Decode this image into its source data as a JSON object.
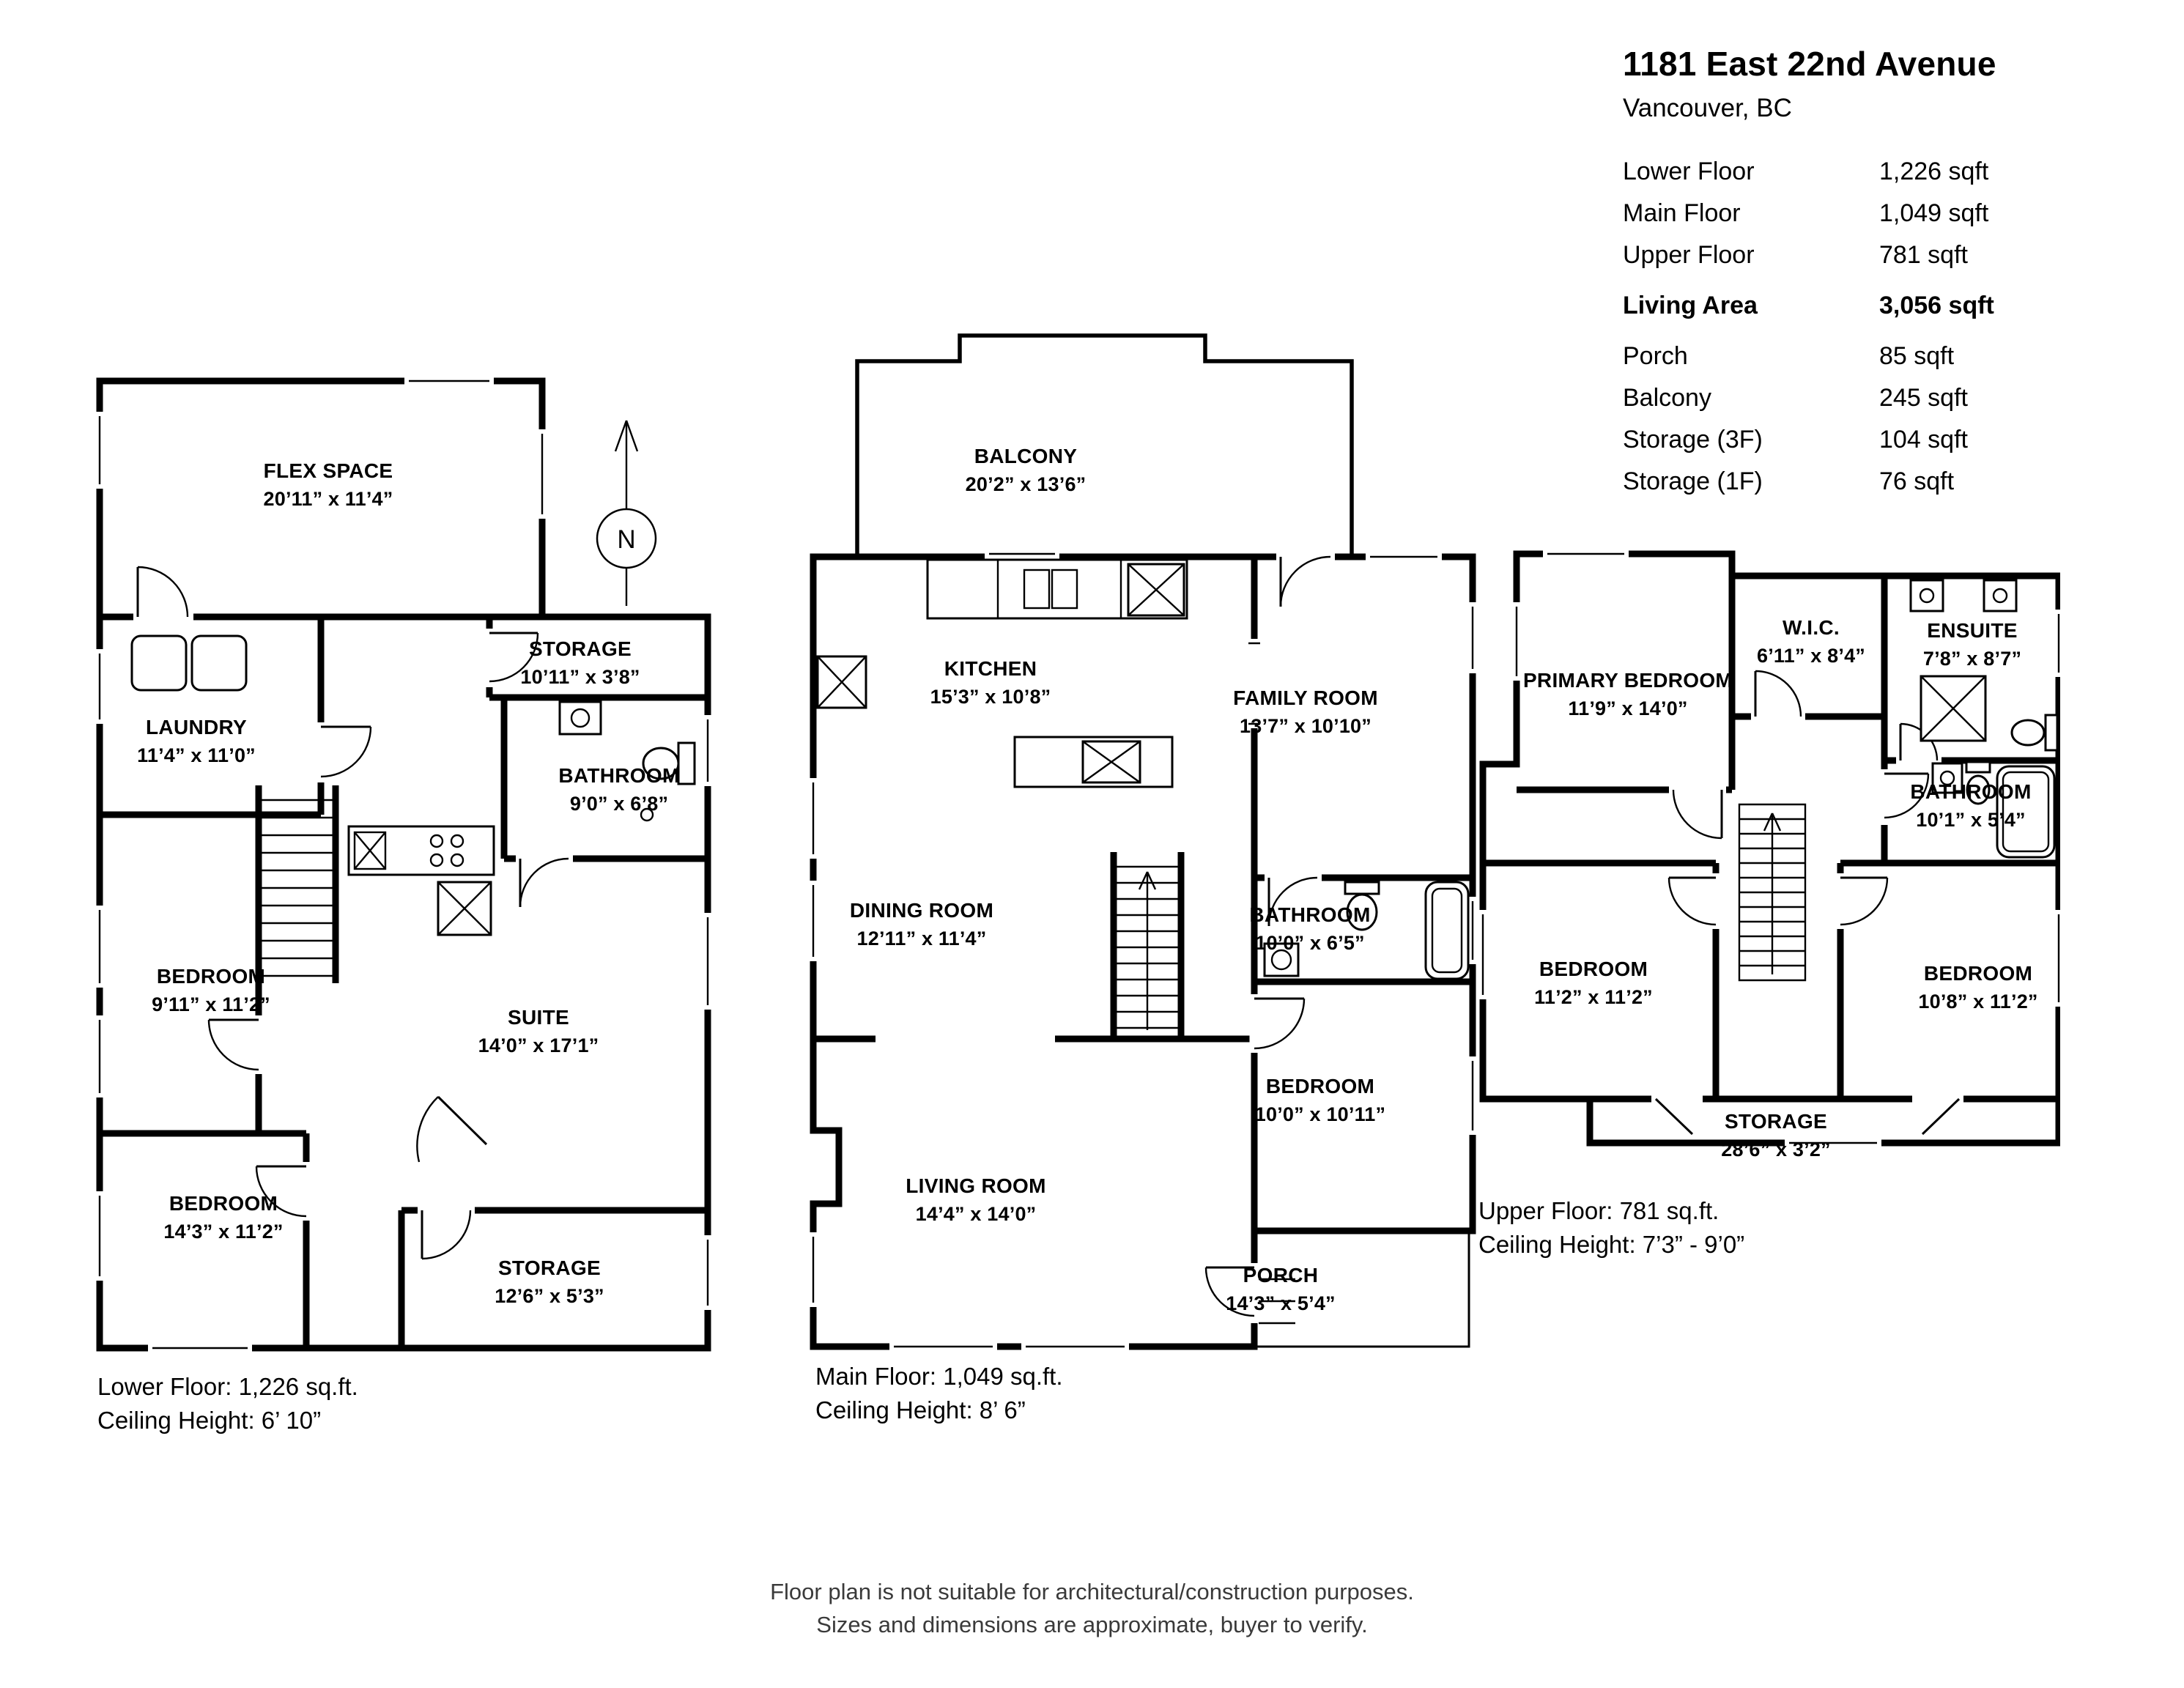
{
  "header": {
    "title": "1181 East 22nd Avenue",
    "subtitle": "Vancouver, BC",
    "rows": [
      {
        "label": "Lower Floor",
        "value": "1,226 sqft"
      },
      {
        "label": "Main Floor",
        "value": "1,049 sqft"
      },
      {
        "label": "Upper Floor",
        "value": "781 sqft"
      },
      {
        "label": "Living Area",
        "value": "3,056 sqft"
      },
      {
        "label": "Porch",
        "value": "85 sqft"
      },
      {
        "label": "Balcony",
        "value": "245 sqft"
      },
      {
        "label": "Storage (3F)",
        "value": "104 sqft"
      },
      {
        "label": "Storage (1F)",
        "value": "76 sqft"
      }
    ]
  },
  "compass": {
    "label": "N"
  },
  "floors": {
    "lower": {
      "caption1": "Lower Floor: 1,226 sq.ft.",
      "caption2": "Ceiling Height: 6’ 10”",
      "rooms": [
        {
          "name": "FLEX SPACE",
          "dims": "20’11” x 11’4”"
        },
        {
          "name": "STORAGE",
          "dims": "10’11” x 3’8”"
        },
        {
          "name": "LAUNDRY",
          "dims": "11’4” x 11’0”"
        },
        {
          "name": "BATHROOM",
          "dims": "9’0” x 6’8”"
        },
        {
          "name": "BEDROOM",
          "dims": "9’11” x 11’2”"
        },
        {
          "name": "SUITE",
          "dims": "14’0” x 17’1”"
        },
        {
          "name": "BEDROOM",
          "dims": "14’3” x 11’2”"
        },
        {
          "name": "STORAGE",
          "dims": "12’6” x 5’3”"
        }
      ]
    },
    "main": {
      "caption1": "Main Floor: 1,049 sq.ft.",
      "caption2": "Ceiling Height: 8’ 6”",
      "rooms": [
        {
          "name": "BALCONY",
          "dims": "20’2” x 13’6”"
        },
        {
          "name": "KITCHEN",
          "dims": "15’3” x 10’8”"
        },
        {
          "name": "FAMILY ROOM",
          "dims": "13’7” x 10’10”"
        },
        {
          "name": "DINING ROOM",
          "dims": "12’11” x 11’4”"
        },
        {
          "name": "BATHROOM",
          "dims": "10’0” x 6’5”"
        },
        {
          "name": "BEDROOM",
          "dims": "10’0” x 10’11”"
        },
        {
          "name": "LIVING ROOM",
          "dims": "14’4” x 14’0”"
        },
        {
          "name": "PORCH",
          "dims": "14’3” x 5’4”"
        }
      ]
    },
    "upper": {
      "caption1": "Upper Floor: 781 sq.ft.",
      "caption2": "Ceiling Height: 7’3” - 9’0”",
      "rooms": [
        {
          "name": "PRIMARY BEDROOM",
          "dims": "11’9” x 14’0”"
        },
        {
          "name": "W.I.C.",
          "dims": "6’11” x 8’4”"
        },
        {
          "name": "ENSUITE",
          "dims": "7’8” x 8’7”"
        },
        {
          "name": "BATHROOM",
          "dims": "10’1” x 5’4”"
        },
        {
          "name": "BEDROOM",
          "dims": "11’2” x 11’2”"
        },
        {
          "name": "BEDROOM",
          "dims": "10’8” x 11’2”"
        },
        {
          "name": "STORAGE",
          "dims": "28’6” x 3’2”"
        }
      ]
    }
  },
  "footer": {
    "line1": "Floor plan is not suitable for architectural/construction purposes.",
    "line2": "Sizes and dimensions are approximate, buyer to verify."
  }
}
